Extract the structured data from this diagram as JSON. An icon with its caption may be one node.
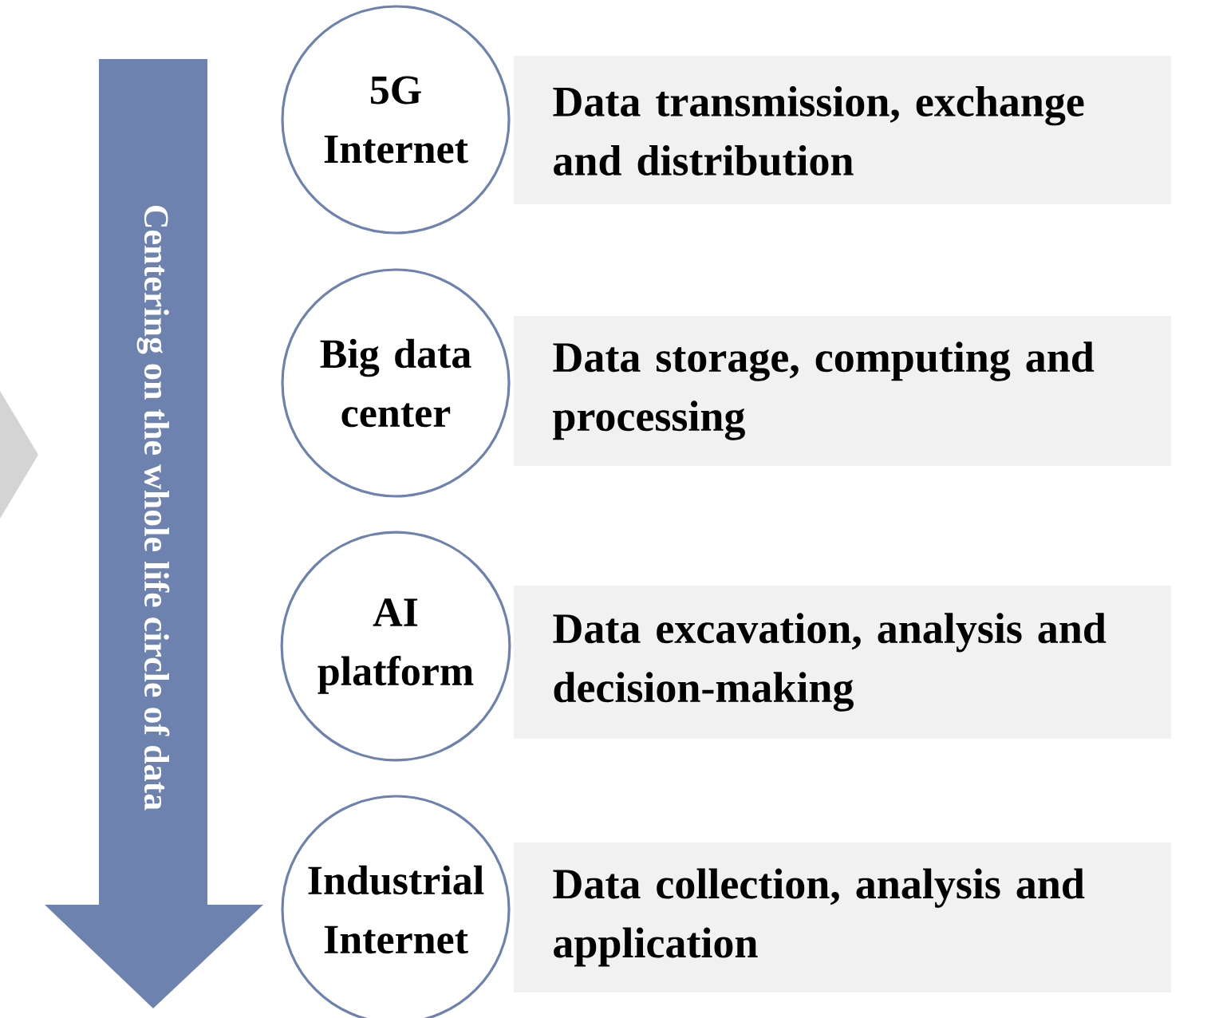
{
  "diagram": {
    "nodes": [
      {
        "text": [
          "Centering on the whole life circle of data"
        ]
      },
      {
        "text": [
          "5G Internet"
        ]
      },
      {
        "text": [
          "Data transmission, exchange and distribution"
        ]
      },
      {
        "text": [
          "Big data center"
        ]
      },
      {
        "text": [
          "Data storage, computing and processing"
        ]
      },
      {
        "text": [
          "AI platform"
        ]
      },
      {
        "text": [
          "Data excavation, analysis and decision-making"
        ]
      },
      {
        "text": [
          "Industrial Internet"
        ]
      },
      {
        "text": [
          "Data collection, analysis and application"
        ]
      },
      {
        "text": [],
        "shape": "chevron"
      }
    ]
  }
}
